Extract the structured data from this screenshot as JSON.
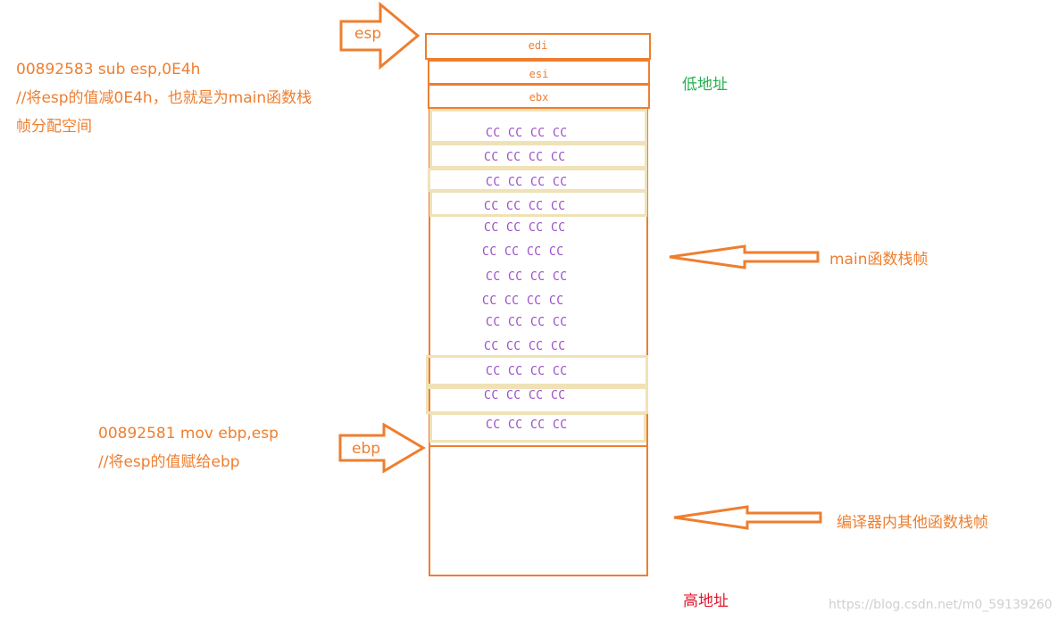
{
  "labels": {
    "esp": "esp",
    "ebp": "ebp",
    "low_addr": "低地址",
    "high_addr": "高地址",
    "main_frame": "main函数栈帧",
    "other_frames": "编译器内其他函数栈帧"
  },
  "notes": {
    "sub_line1": "00892583  sub        esp,0E4h",
    "sub_line2": "//将esp的值减0E4h，也就是为main函数栈",
    "sub_line3": "帧分配空间",
    "mov_line1": "00892581  mov        ebp,esp",
    "mov_line2": "//将esp的值赋给ebp"
  },
  "registers": [
    "edi",
    "esi",
    "ebx"
  ],
  "cc_rows": [
    "CC CC CC CC",
    "CC CC CC CC",
    "CC CC CC CC",
    "CC CC CC CC",
    "CC CC CC CC",
    "CC CC CC CC",
    "CC CC CC CC",
    "CC CC CC CC",
    "CC CC CC CC",
    "CC CC CC CC",
    "CC CC CC CC",
    "CC CC CC CC",
    "CC CC CC CC"
  ],
  "colors": {
    "orange": "#ee7e2f",
    "green": "#22b14c",
    "red": "#e0182d",
    "purple": "#9b4fc8",
    "beige": "#f0e2b6"
  },
  "watermark": "https://blog.csdn.net/m0_59139260"
}
